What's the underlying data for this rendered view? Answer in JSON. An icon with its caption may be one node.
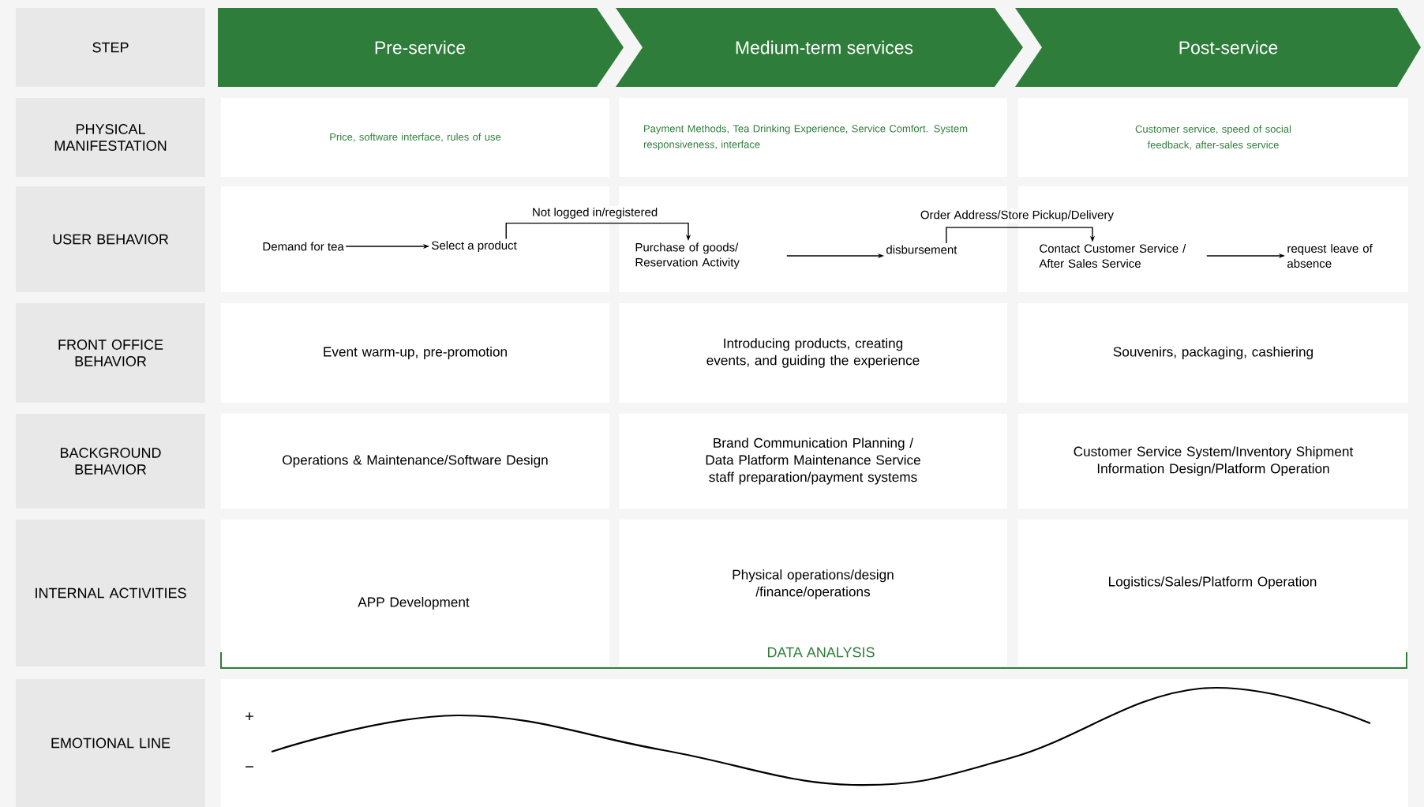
{
  "diagram": {
    "nodes": [
      {
        "text": [
          "STEP"
        ]
      },
      {
        "text": [
          "Pre-service"
        ]
      },
      {
        "text": [
          "Medium-term services"
        ]
      },
      {
        "text": [
          "Post-service"
        ]
      },
      {
        "text": [
          "PHYSICAL MANIFESTATION"
        ]
      },
      {
        "text": [
          "Price, software interface, rules of use"
        ]
      },
      {
        "text": [
          "Payment Methods, Tea Drinking Experience, Service Comfort. System responsiveness, interface"
        ]
      },
      {
        "text": [
          "Customer service, speed of social feedback, after-sales service"
        ]
      },
      {
        "text": [
          "USER BEHAVIOR"
        ]
      },
      {
        "text": [],
        "shape": "box"
      },
      {
        "text": [
          "Demand for tea"
        ],
        "in": 9
      },
      {
        "text": [
          "Select a product"
        ],
        "in": 9
      },
      {
        "text": [],
        "shape": "box"
      },
      {
        "text": [
          "Purchase of goods/ Reservation Activity"
        ],
        "in": 12
      },
      {
        "text": [
          "disbursement"
        ],
        "in": 12
      },
      {
        "text": [],
        "shape": "box"
      },
      {
        "text": [
          "Contact Customer Service / After Sales Service"
        ],
        "in": 15
      },
      {
        "text": [
          "request leave of absence"
        ],
        "in": 15
      },
      {
        "text": [
          "FRONT OFFICE BEHAVIOR"
        ]
      },
      {
        "text": [
          "Event warm-up, pre-promotion"
        ]
      },
      {
        "text": [
          "Introducing products, creating events, and guiding the experience"
        ]
      },
      {
        "text": [
          "Souvenirs, packaging, cashiering"
        ]
      },
      {
        "text": [
          "BACKGROUND BEHAVIOR"
        ]
      },
      {
        "text": [
          "Operations & Maintenance/Software Design"
        ]
      },
      {
        "text": [
          "Brand Communication Planning / Data Platform Maintenance Service staff preparation/payment systems"
        ]
      },
      {
        "text": [
          "Customer Service System/Inventory Shipment Information Design/Platform Operation"
        ]
      },
      {
        "text": [
          "INTERNAL ACTIVITIES"
        ]
      },
      {
        "text": [
          "APP Development"
        ]
      },
      {
        "text": [
          "Physical operations/design /finance/operations"
        ]
      },
      {
        "text": [
          "Logistics/Sales/Platform Operation"
        ]
      },
      {
        "text": [
          "EMOTIONAL LINE"
        ]
      }
    ],
    "edges": [
      {
        "from": 10,
        "to": 11,
        "arrow": "to"
      },
      {
        "from": 11,
        "to": 13,
        "arrow": "to",
        "label": "Not logged in/registered"
      },
      {
        "from": 13,
        "to": 14,
        "arrow": "to"
      },
      {
        "from": 14,
        "to": 16,
        "arrow": "to",
        "label": "Order Address/Store Pickup/Delivery"
      },
      {
        "from": 16,
        "to": 17,
        "arrow": "to"
      }
    ],
    "labels": [
      "DATA ANALYSIS",
      "+",
      "−"
    ]
  }
}
